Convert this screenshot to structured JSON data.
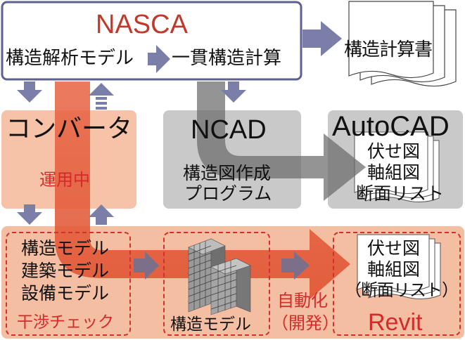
{
  "nasca": {
    "title": "NASCA",
    "model_label": "構造解析モデル",
    "calc_label": "一貫構造計算"
  },
  "report": {
    "label": "構造計算書"
  },
  "converter": {
    "title": "コンバータ",
    "operation_label": "運用中"
  },
  "ncad": {
    "title": "NCAD",
    "line1": "構造図作成",
    "line2": "プログラム"
  },
  "autocad": {
    "title": "AutoCAD",
    "line1": "伏せ図",
    "line2": "軸組図",
    "line3": "断面リスト"
  },
  "models": {
    "line1": "構造モデル",
    "line2": "建築モデル",
    "line3": "設備モデル",
    "check_label": "干渉チェック"
  },
  "building": {
    "label": "構造モデル"
  },
  "automation": {
    "line1": "自動化",
    "line2": "（開発）"
  },
  "revit": {
    "title": "Revit",
    "line1": "伏せ図",
    "line2": "軸組図",
    "line3": "（断面リスト）"
  },
  "colors": {
    "nasca_border": "#5c6190",
    "nasca_title": "#c0392b",
    "arrow_slate": "#7b7ea8",
    "peach": "#f6c3a8",
    "gray_box": "#c6c6c6",
    "big_arrow_red": "#e45a36",
    "dash_red": "#d43030",
    "label_red": "#d42a2a"
  }
}
